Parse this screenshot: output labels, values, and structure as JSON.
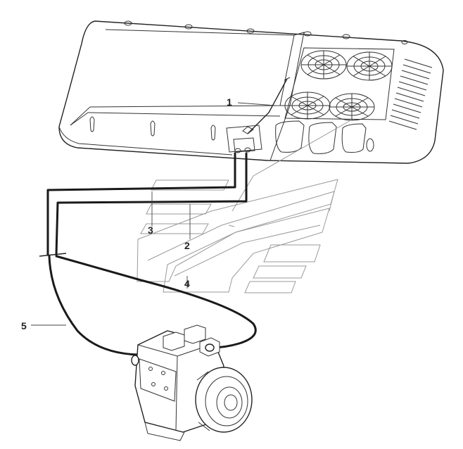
{
  "callouts": [
    {
      "id": "1",
      "label": "1"
    },
    {
      "id": "2",
      "label": "2"
    },
    {
      "id": "3",
      "label": "3"
    },
    {
      "id": "4",
      "label": "4"
    },
    {
      "id": "5",
      "label": "5"
    }
  ],
  "colors": {
    "line": "#222222",
    "faint": "#9a9a9a",
    "background": "#ffffff"
  }
}
